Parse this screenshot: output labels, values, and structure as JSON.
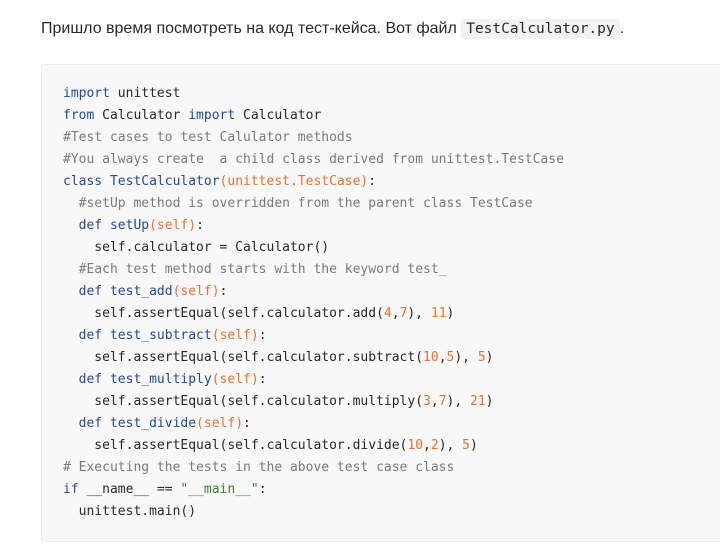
{
  "intro": {
    "text": "Пришло время посмотреть на код тест-кейса. Вот файл ",
    "filename": "TestCalculator.py",
    "trailing": "."
  },
  "code": {
    "lines": [
      [
        {
          "t": "kw",
          "v": "import"
        },
        {
          "t": "p",
          "v": " unittest"
        }
      ],
      [
        {
          "t": "kw",
          "v": "from"
        },
        {
          "t": "p",
          "v": " Calculator "
        },
        {
          "t": "kw",
          "v": "import"
        },
        {
          "t": "p",
          "v": " Calculator"
        }
      ],
      [
        {
          "t": "cm",
          "v": "#Test cases to test Calulator methods"
        }
      ],
      [
        {
          "t": "cm",
          "v": "#You always create  a child class derived from unittest.TestCase"
        }
      ],
      [
        {
          "t": "kw",
          "v": "class"
        },
        {
          "t": "p",
          "v": " "
        },
        {
          "t": "fn",
          "v": "TestCalculator"
        },
        {
          "t": "pm",
          "v": "(unittest.TestCase)"
        },
        {
          "t": "p",
          "v": ":"
        }
      ],
      [
        {
          "t": "p",
          "v": "  "
        },
        {
          "t": "cm",
          "v": "#setUp method is overridden from the parent class TestCase"
        }
      ],
      [
        {
          "t": "p",
          "v": "  "
        },
        {
          "t": "kw",
          "v": "def"
        },
        {
          "t": "p",
          "v": " "
        },
        {
          "t": "fn",
          "v": "setUp"
        },
        {
          "t": "pm",
          "v": "(self)"
        },
        {
          "t": "p",
          "v": ":"
        }
      ],
      [
        {
          "t": "p",
          "v": "    self.calculator = Calculator()"
        }
      ],
      [
        {
          "t": "p",
          "v": "  "
        },
        {
          "t": "cm",
          "v": "#Each test method starts with the keyword test_"
        }
      ],
      [
        {
          "t": "p",
          "v": "  "
        },
        {
          "t": "kw",
          "v": "def"
        },
        {
          "t": "p",
          "v": " "
        },
        {
          "t": "fn",
          "v": "test_add"
        },
        {
          "t": "pm",
          "v": "(self)"
        },
        {
          "t": "p",
          "v": ":"
        }
      ],
      [
        {
          "t": "p",
          "v": "    self.assertEqual(self.calculator.add("
        },
        {
          "t": "num",
          "v": "4"
        },
        {
          "t": "p",
          "v": ","
        },
        {
          "t": "num",
          "v": "7"
        },
        {
          "t": "p",
          "v": "), "
        },
        {
          "t": "num",
          "v": "11"
        },
        {
          "t": "p",
          "v": ")"
        }
      ],
      [
        {
          "t": "p",
          "v": "  "
        },
        {
          "t": "kw",
          "v": "def"
        },
        {
          "t": "p",
          "v": " "
        },
        {
          "t": "fn",
          "v": "test_subtract"
        },
        {
          "t": "pm",
          "v": "(self)"
        },
        {
          "t": "p",
          "v": ":"
        }
      ],
      [
        {
          "t": "p",
          "v": "    self.assertEqual(self.calculator.subtract("
        },
        {
          "t": "num",
          "v": "10"
        },
        {
          "t": "p",
          "v": ","
        },
        {
          "t": "num",
          "v": "5"
        },
        {
          "t": "p",
          "v": "), "
        },
        {
          "t": "num",
          "v": "5"
        },
        {
          "t": "p",
          "v": ")"
        }
      ],
      [
        {
          "t": "p",
          "v": "  "
        },
        {
          "t": "kw",
          "v": "def"
        },
        {
          "t": "p",
          "v": " "
        },
        {
          "t": "fn",
          "v": "test_multiply"
        },
        {
          "t": "pm",
          "v": "(self)"
        },
        {
          "t": "p",
          "v": ":"
        }
      ],
      [
        {
          "t": "p",
          "v": "    self.assertEqual(self.calculator.multiply("
        },
        {
          "t": "num",
          "v": "3"
        },
        {
          "t": "p",
          "v": ","
        },
        {
          "t": "num",
          "v": "7"
        },
        {
          "t": "p",
          "v": "), "
        },
        {
          "t": "num",
          "v": "21"
        },
        {
          "t": "p",
          "v": ")"
        }
      ],
      [
        {
          "t": "p",
          "v": "  "
        },
        {
          "t": "kw",
          "v": "def"
        },
        {
          "t": "p",
          "v": " "
        },
        {
          "t": "fn",
          "v": "test_divide"
        },
        {
          "t": "pm",
          "v": "(self)"
        },
        {
          "t": "p",
          "v": ":"
        }
      ],
      [
        {
          "t": "p",
          "v": "    self.assertEqual(self.calculator.divide("
        },
        {
          "t": "num",
          "v": "10"
        },
        {
          "t": "p",
          "v": ","
        },
        {
          "t": "num",
          "v": "2"
        },
        {
          "t": "p",
          "v": "), "
        },
        {
          "t": "num",
          "v": "5"
        },
        {
          "t": "p",
          "v": ")"
        }
      ],
      [
        {
          "t": "cm",
          "v": "# Executing the tests in the above test case class"
        }
      ],
      [
        {
          "t": "kw",
          "v": "if"
        },
        {
          "t": "p",
          "v": " __name__ == "
        },
        {
          "t": "str",
          "v": "\"__main__\""
        },
        {
          "t": "p",
          "v": ":"
        }
      ],
      [
        {
          "t": "p",
          "v": "  unittest.main()"
        }
      ]
    ]
  }
}
